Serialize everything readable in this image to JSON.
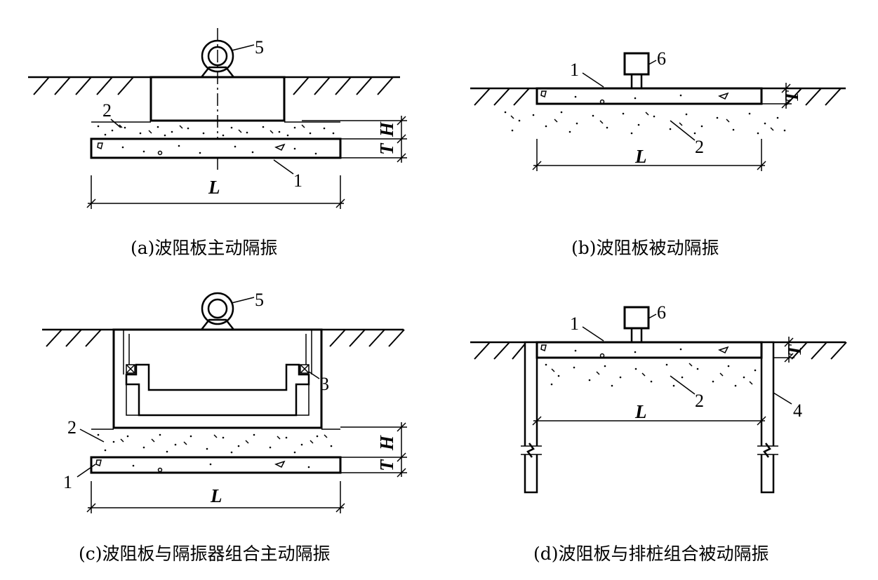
{
  "colors": {
    "ink": "#000000",
    "background": "#ffffff"
  },
  "panels": [
    {
      "id": "a",
      "caption": "(a)波阻板主动隔振",
      "callouts": [
        "5",
        "2",
        "1"
      ],
      "dims": {
        "T": "T",
        "H": "H",
        "L": "L"
      }
    },
    {
      "id": "b",
      "caption": "(b)波阻板被动隔振",
      "callouts": [
        "6",
        "1",
        "2"
      ],
      "dims": {
        "T": "T",
        "L": "L"
      }
    },
    {
      "id": "c",
      "caption": "(c)波阻板与隔振器组合主动隔振",
      "callouts": [
        "5",
        "3",
        "2",
        "1"
      ],
      "dims": {
        "T": "T",
        "H": "H",
        "L": "L"
      }
    },
    {
      "id": "d",
      "caption": "(d)波阻板与排桩组合被动隔振",
      "callouts": [
        "6",
        "1",
        "2",
        "4"
      ],
      "dims": {
        "T": "T",
        "L": "L"
      }
    }
  ]
}
